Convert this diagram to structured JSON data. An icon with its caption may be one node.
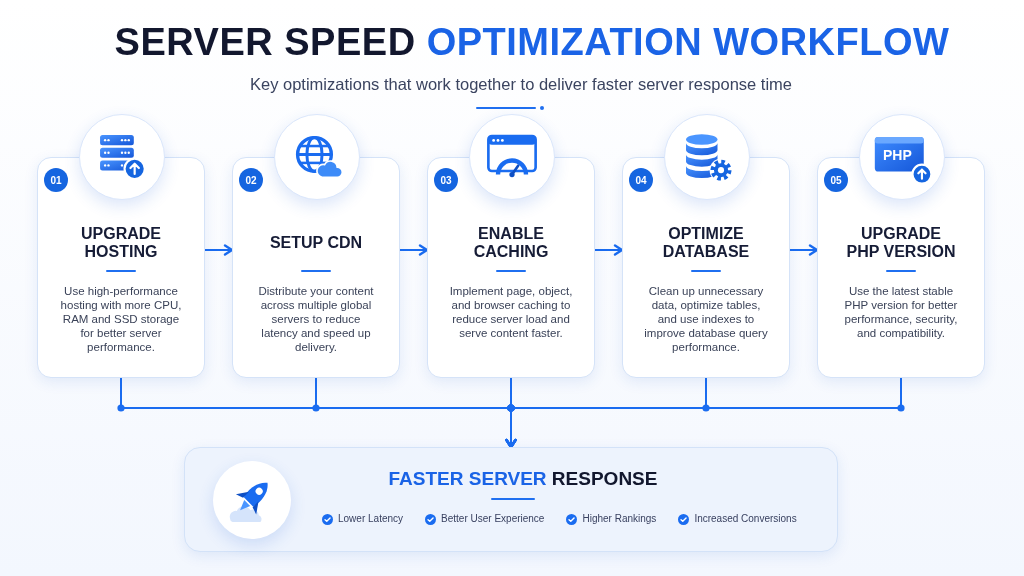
{
  "diagram": {
    "title": "SERVER SPEED OPTIMIZATION WORKFLOW",
    "nodes": [
      {
        "text": [
          "01",
          "UPGRADE HOSTING",
          "Use high-performance hosting with more CPU, RAM and SSD storage for better server performance."
        ]
      },
      {
        "text": [
          "02",
          "SETUP CDN",
          "Distribute your content across multiple global servers to reduce latency and speed up delivery."
        ]
      },
      {
        "text": [
          "03",
          "ENABLE CACHING",
          "Implement page, object, and browser caching to reduce server load and serve content faster."
        ]
      },
      {
        "text": [
          "04",
          "OPTIMIZE DATABASE",
          "Clean up unnecessary data, optimize tables, and use indexes to improve database query performance."
        ]
      },
      {
        "text": [
          "05",
          "UPGRADE PHP VERSION",
          "Use the latest stable PHP version for better performance, security, and compatibility."
        ]
      },
      {
        "text": [
          "FASTER SERVER RESPONSE",
          "Lower Latency",
          "Better User Experience",
          "Higher Rankings",
          "Increased Conversions"
        ]
      }
    ],
    "edges": [
      {
        "from": 0,
        "to": 1,
        "arrow": "to"
      },
      {
        "from": 1,
        "to": 2,
        "arrow": "to"
      },
      {
        "from": 2,
        "to": 3,
        "arrow": "to"
      },
      {
        "from": 3,
        "to": 4,
        "arrow": "to"
      },
      {
        "from": 0,
        "to": 5,
        "arrow": "to"
      },
      {
        "from": 1,
        "to": 5,
        "arrow": "to"
      },
      {
        "from": 2,
        "to": 5,
        "arrow": "to"
      },
      {
        "from": 3,
        "to": 5,
        "arrow": "to"
      },
      {
        "from": 4,
        "to": 5,
        "arrow": "to"
      }
    ],
    "labels": [
      "Key optimizations that work together to deliver faster server response time",
      "PHP"
    ]
  }
}
